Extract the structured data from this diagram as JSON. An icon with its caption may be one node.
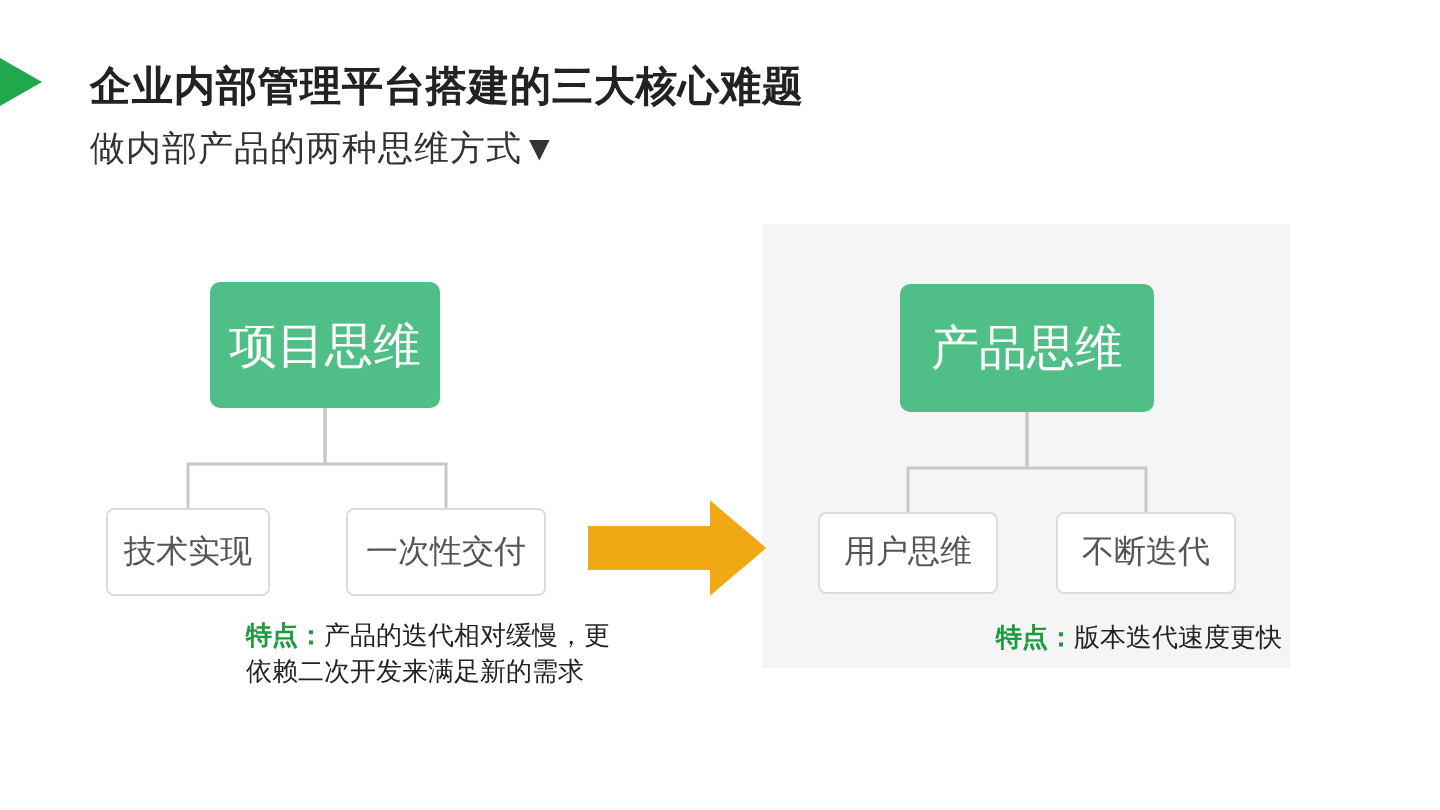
{
  "diagram": {
    "title": "企业内部管理平台搭建的三大核心难题",
    "nodes": [
      {
        "text": [
          "项目思维"
        ]
      },
      {
        "text": [
          "技术实现"
        ]
      },
      {
        "text": [
          "一次性交付"
        ]
      },
      {
        "text": [],
        "shape": "box"
      },
      {
        "text": [
          "产品思维"
        ],
        "in": 3
      },
      {
        "text": [
          "用户思维"
        ],
        "in": 3
      },
      {
        "text": [
          "不断迭代"
        ],
        "in": 3
      }
    ],
    "edges": [
      {
        "from": 0,
        "to": 1,
        "arrow": "none"
      },
      {
        "from": 0,
        "to": 2,
        "arrow": "none"
      },
      {
        "from": 2,
        "to": 3,
        "arrow": "to",
        "style": "thick",
        "color": "#f0a814"
      },
      {
        "from": 4,
        "to": 5,
        "arrow": "none"
      },
      {
        "from": 4,
        "to": 6,
        "arrow": "none"
      }
    ],
    "labels": [
      "做内部产品的两种思维方式▼",
      "**特点：**产品的迭代相对缓慢，更依赖二次开发来满足新的需求",
      "**特点：**版本迭代速度更快"
    ]
  }
}
